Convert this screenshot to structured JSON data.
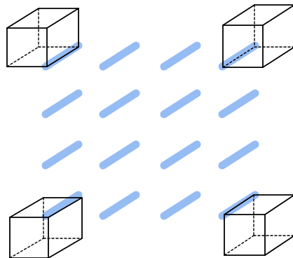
{
  "diagram": {
    "colors": {
      "stroke": "#6aa0f0",
      "stroke_opacity": 0.7,
      "edge": "#000000",
      "background": "#ffffff"
    },
    "stroke_grid": {
      "rows": 4,
      "columns": 4
    },
    "cubes": [
      {
        "name": "cube-top-left"
      },
      {
        "name": "cube-top-right"
      },
      {
        "name": "cube-bottom-left"
      },
      {
        "name": "cube-bottom-right"
      }
    ]
  }
}
